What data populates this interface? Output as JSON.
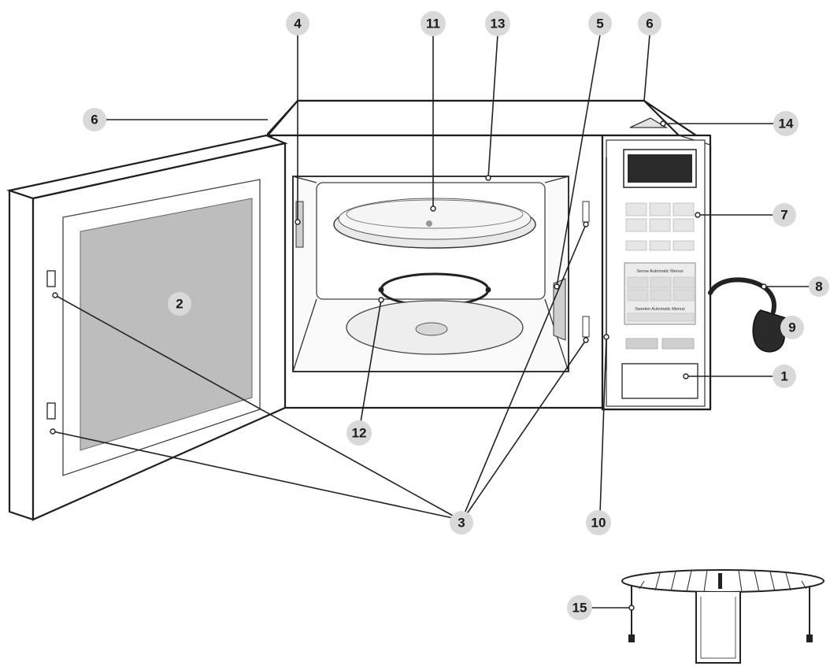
{
  "diagram": {
    "callouts": [
      {
        "id": "c1",
        "label": "1"
      },
      {
        "id": "c2",
        "label": "2"
      },
      {
        "id": "c3",
        "label": "3"
      },
      {
        "id": "c4",
        "label": "4"
      },
      {
        "id": "c5",
        "label": "5"
      },
      {
        "id": "c6a",
        "label": "6"
      },
      {
        "id": "c6b",
        "label": "6"
      },
      {
        "id": "c7",
        "label": "7"
      },
      {
        "id": "c8",
        "label": "8"
      },
      {
        "id": "c9",
        "label": "9"
      },
      {
        "id": "c10",
        "label": "10"
      },
      {
        "id": "c11",
        "label": "11"
      },
      {
        "id": "c12",
        "label": "12"
      },
      {
        "id": "c13",
        "label": "13"
      },
      {
        "id": "c14",
        "label": "14"
      },
      {
        "id": "c15",
        "label": "15"
      }
    ],
    "control_panel": {
      "menu_label_1": "Sense Automatic Menus",
      "menu_label_2": "Sweden Automatic Menus"
    },
    "colors": {
      "outline": "#1f1f1f",
      "door_window": "#bdbdbd",
      "display": "#2a2a2a",
      "callout_badge": "#d9d9d9"
    }
  }
}
